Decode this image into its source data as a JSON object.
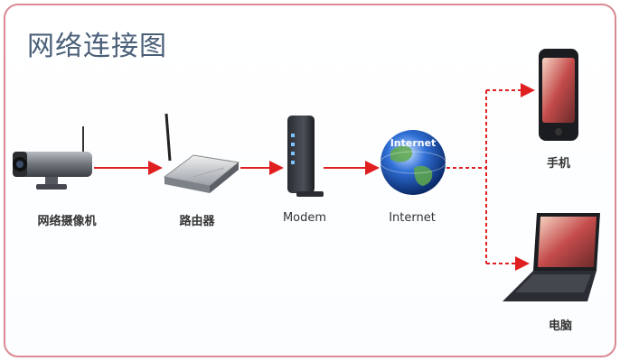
{
  "title": "网络连接图",
  "nodes": {
    "camera": "网络摄像机",
    "router": "路由器",
    "modem": "Modem",
    "internet": "Internet",
    "phone": "手机",
    "laptop": "电脑"
  },
  "globe_text": "Internet",
  "colors": {
    "border": "#d98a92",
    "arrow": "#e02020",
    "title": "#4a5f78"
  }
}
